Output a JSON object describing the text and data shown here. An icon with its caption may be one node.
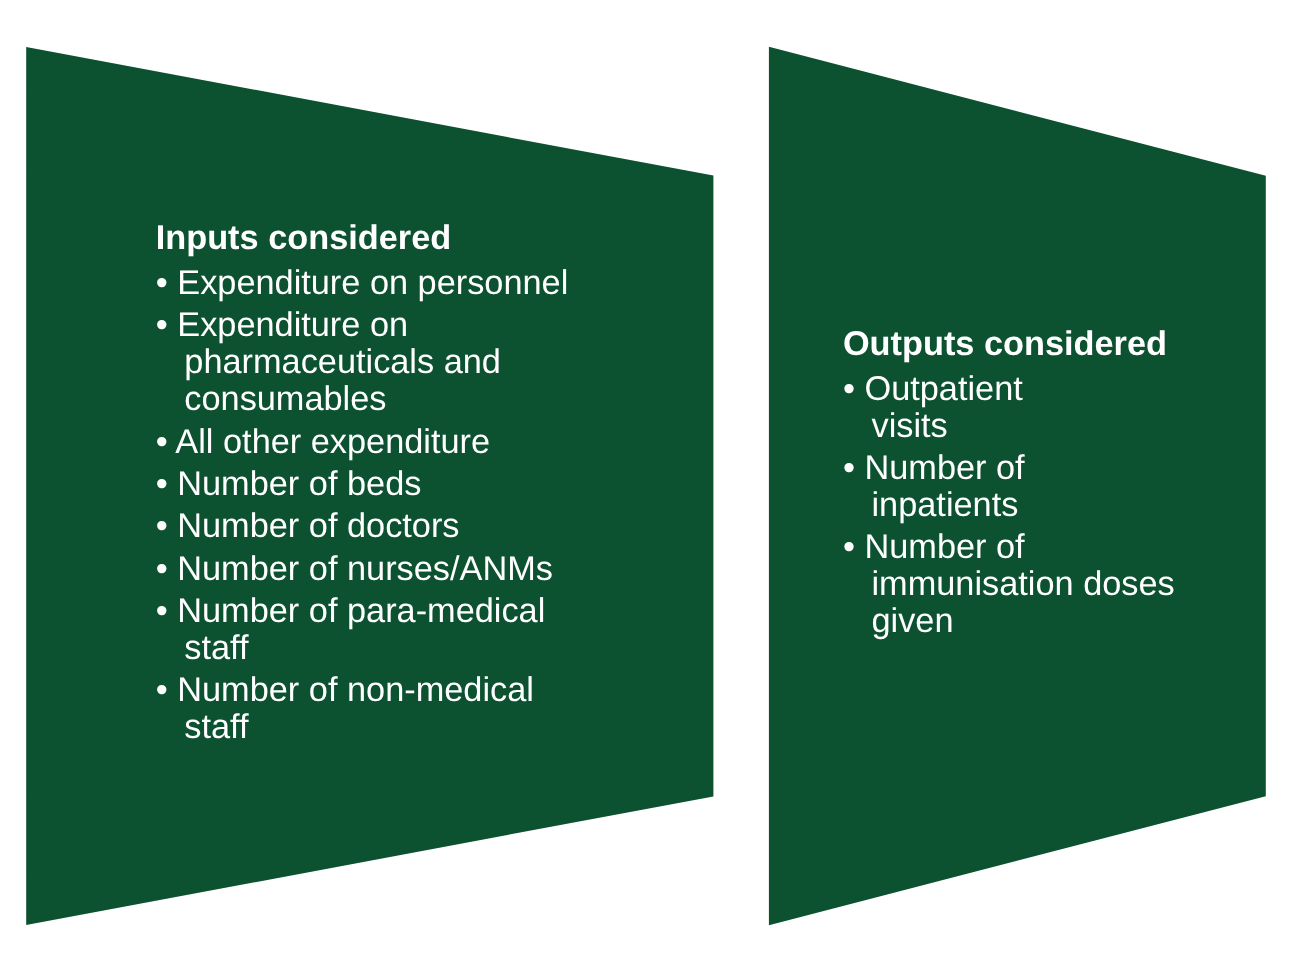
{
  "diagram": {
    "nodes": [
      {
        "text": [
          "Inputs considered",
          "• Expenditure on personnel",
          "• Expenditure on pharmaceuticals and consumables",
          "• All other expenditure",
          "• Number of beds",
          "• Number of doctors",
          "• Number of nurses/ANMs",
          "• Number of para-medical staff",
          "• Number of non-medical staff"
        ]
      },
      {
        "text": [
          "Outputs considered",
          "• Outpatient visits",
          "• Number of inpatients",
          "• Number of immunisation doses given"
        ]
      }
    ]
  }
}
